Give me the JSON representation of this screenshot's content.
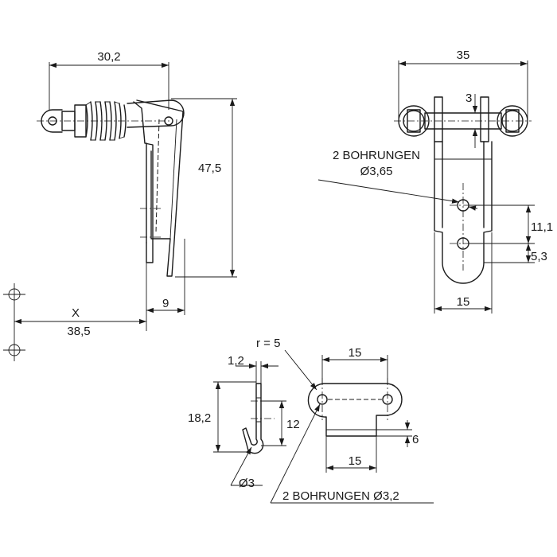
{
  "dimensions": {
    "top_left_width": "30,2",
    "top_left_height": "47,5",
    "top_left_depth": "9",
    "mount_spacing_label": "X",
    "mount_spacing_value": "38,5",
    "top_right_width": "35",
    "top_right_gap": "3",
    "top_right_holes": "2 BOHRUNGEN",
    "top_right_hole_diameter": "Ø3,65",
    "top_right_spacing": "11,1",
    "top_right_offset": "5,3",
    "top_right_base_width": "15",
    "bottom_left_radius": "r = 5",
    "bottom_left_thickness": "1,2",
    "bottom_left_height": "18,2",
    "bottom_left_inner_height": "12",
    "bottom_left_hook_diameter": "Ø3",
    "bottom_right_top_width": "15",
    "bottom_right_bottom_width": "15",
    "bottom_right_height": "6",
    "bottom_holes_label": "2 BOHRUNGEN Ø3,2"
  },
  "colors": {
    "line": "#1a1a1a",
    "background": "#ffffff"
  }
}
